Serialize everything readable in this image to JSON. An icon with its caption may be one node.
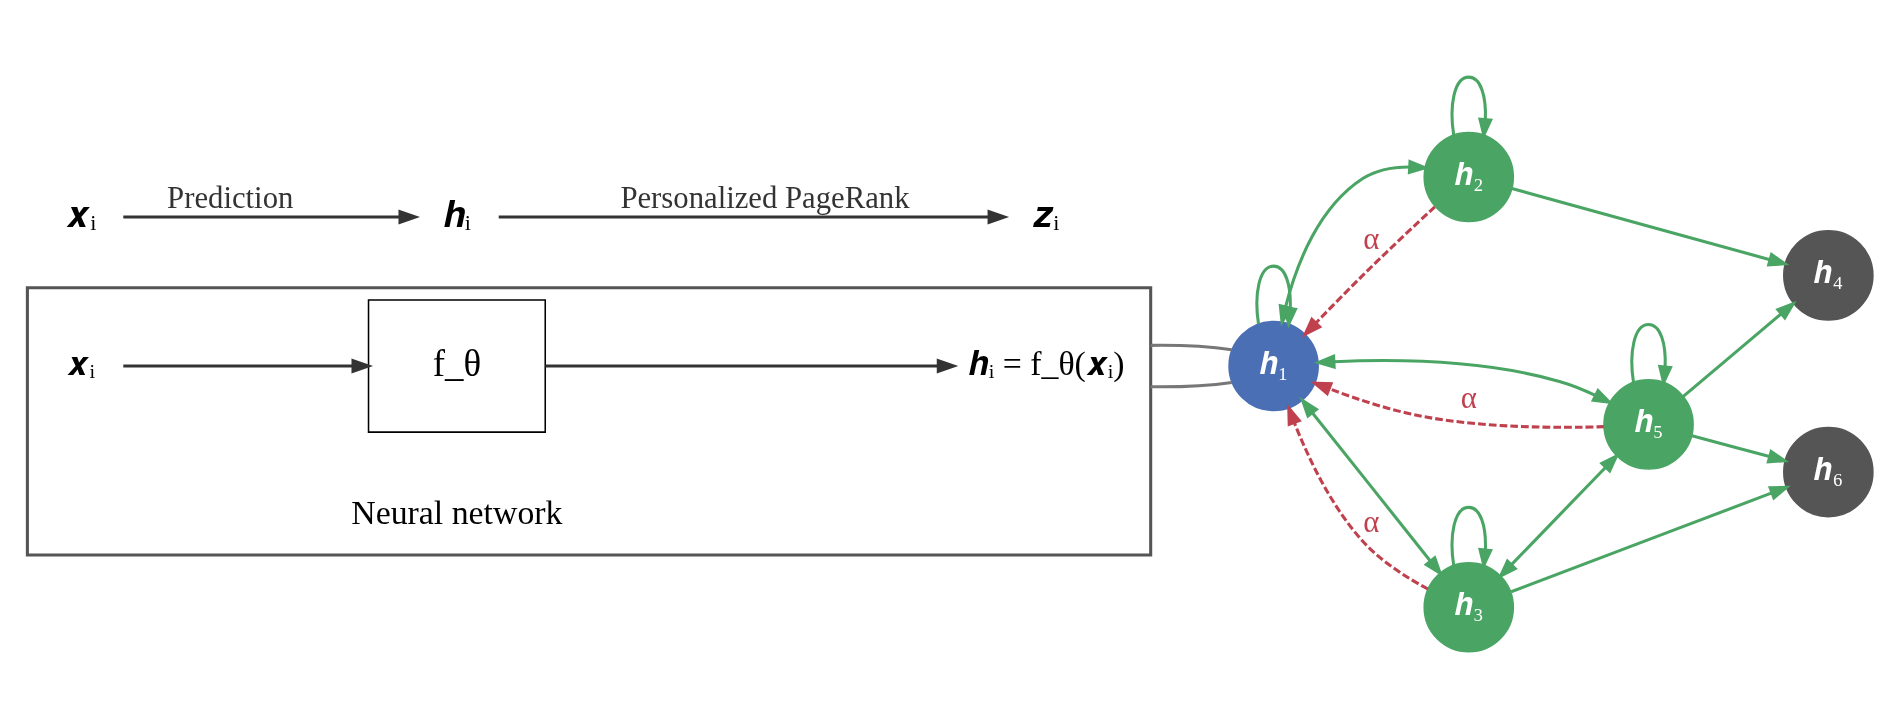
{
  "diagram": {
    "nodes": [
      {
        "text": [],
        "shape": "box"
      },
      {
        "text": [
          "𝒙ᵢ"
        ],
        "in": 0
      },
      {
        "text": [
          "f_θ"
        ],
        "in": 0,
        "beside": [
          "Neural network"
        ]
      },
      {
        "text": [
          "𝒉ᵢ = f_θ(𝒙ᵢ)"
        ],
        "in": 0
      },
      {
        "text": [
          "𝒙ᵢ"
        ]
      },
      {
        "text": [
          "𝒉ᵢ"
        ]
      },
      {
        "text": [
          "𝒛ᵢ"
        ]
      },
      {
        "text": [
          "𝒉₁"
        ]
      },
      {
        "text": [
          "𝒉₂"
        ]
      },
      {
        "text": [
          "𝒉₃"
        ]
      },
      {
        "text": [
          "𝒉₄"
        ]
      },
      {
        "text": [
          "𝒉₅"
        ]
      },
      {
        "text": [
          "𝒉₆"
        ]
      }
    ],
    "edges": [
      {
        "from": 1,
        "to": 2,
        "arrow": "to",
        "color": "#333333"
      },
      {
        "from": 2,
        "to": 3,
        "arrow": "to",
        "color": "#333333"
      },
      {
        "from": 4,
        "to": 5,
        "arrow": "to",
        "label": "Prediction",
        "color": "#333333"
      },
      {
        "from": 5,
        "to": 6,
        "arrow": "to",
        "label": "Personalized PageRank",
        "color": "#333333"
      },
      {
        "from": 0,
        "to": 7,
        "arrow": "none",
        "color": "#777777"
      },
      {
        "from": 0,
        "to": 7,
        "arrow": "none",
        "color": "#777777"
      },
      {
        "from": 7,
        "to": 7,
        "arrow": "to"
      },
      {
        "from": 7,
        "to": 8,
        "arrow": "both"
      },
      {
        "from": 7,
        "to": 11,
        "arrow": "both"
      },
      {
        "from": 7,
        "to": 9,
        "arrow": "both"
      },
      {
        "from": 8,
        "to": 8,
        "arrow": "to"
      },
      {
        "from": 8,
        "to": 10,
        "arrow": "to"
      },
      {
        "from": 11,
        "to": 11,
        "arrow": "to"
      },
      {
        "from": 11,
        "to": 10,
        "arrow": "to"
      },
      {
        "from": 11,
        "to": 12,
        "arrow": "to"
      },
      {
        "from": 9,
        "to": 9,
        "arrow": "to"
      },
      {
        "from": 9,
        "to": 11,
        "arrow": "both"
      },
      {
        "from": 9,
        "to": 12,
        "arrow": "to"
      },
      {
        "from": 8,
        "to": 7,
        "arrow": "to",
        "label": "α",
        "style": "dashed",
        "color": "#c0414e"
      },
      {
        "from": 11,
        "to": 7,
        "arrow": "to",
        "label": "α",
        "style": "dashed",
        "color": "#c0414e"
      },
      {
        "from": 9,
        "to": 7,
        "arrow": "to",
        "label": "α",
        "style": "dashed",
        "color": "#c0414e"
      }
    ]
  }
}
